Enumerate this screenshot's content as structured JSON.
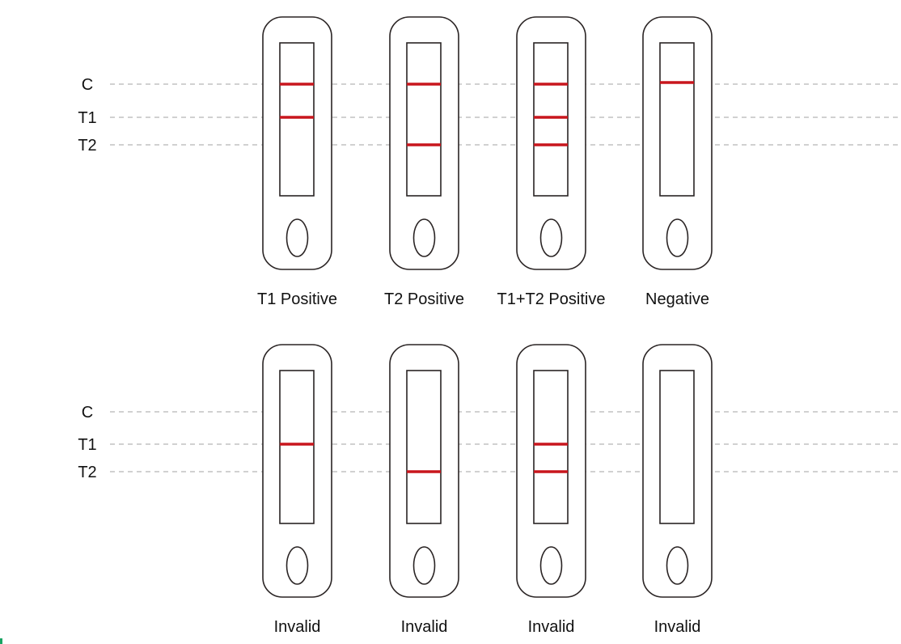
{
  "colors": {
    "band": "#c8161d",
    "outline": "#2a2424",
    "guide": "#c2c2c2",
    "accent_mark": "#19a463"
  },
  "panels": [
    {
      "labels": {
        "C": "C",
        "T1": "T1",
        "T2": "T2"
      },
      "cassettes": [
        {
          "caption": "T1 Positive",
          "bands": [
            "C",
            "T1"
          ]
        },
        {
          "caption": "T2 Positive",
          "bands": [
            "C",
            "T2"
          ]
        },
        {
          "caption": "T1+T2 Positive",
          "bands": [
            "C",
            "T1",
            "T2"
          ]
        },
        {
          "caption": "Negative",
          "bands": [
            "C"
          ]
        }
      ]
    },
    {
      "labels": {
        "C": "C",
        "T1": "T1",
        "T2": "T2"
      },
      "cassettes": [
        {
          "caption": "Invalid",
          "bands": [
            "T1"
          ]
        },
        {
          "caption": "Invalid",
          "bands": [
            "T2"
          ]
        },
        {
          "caption": "Invalid",
          "bands": [
            "T1",
            "T2"
          ]
        },
        {
          "caption": "Invalid",
          "bands": []
        }
      ]
    }
  ]
}
